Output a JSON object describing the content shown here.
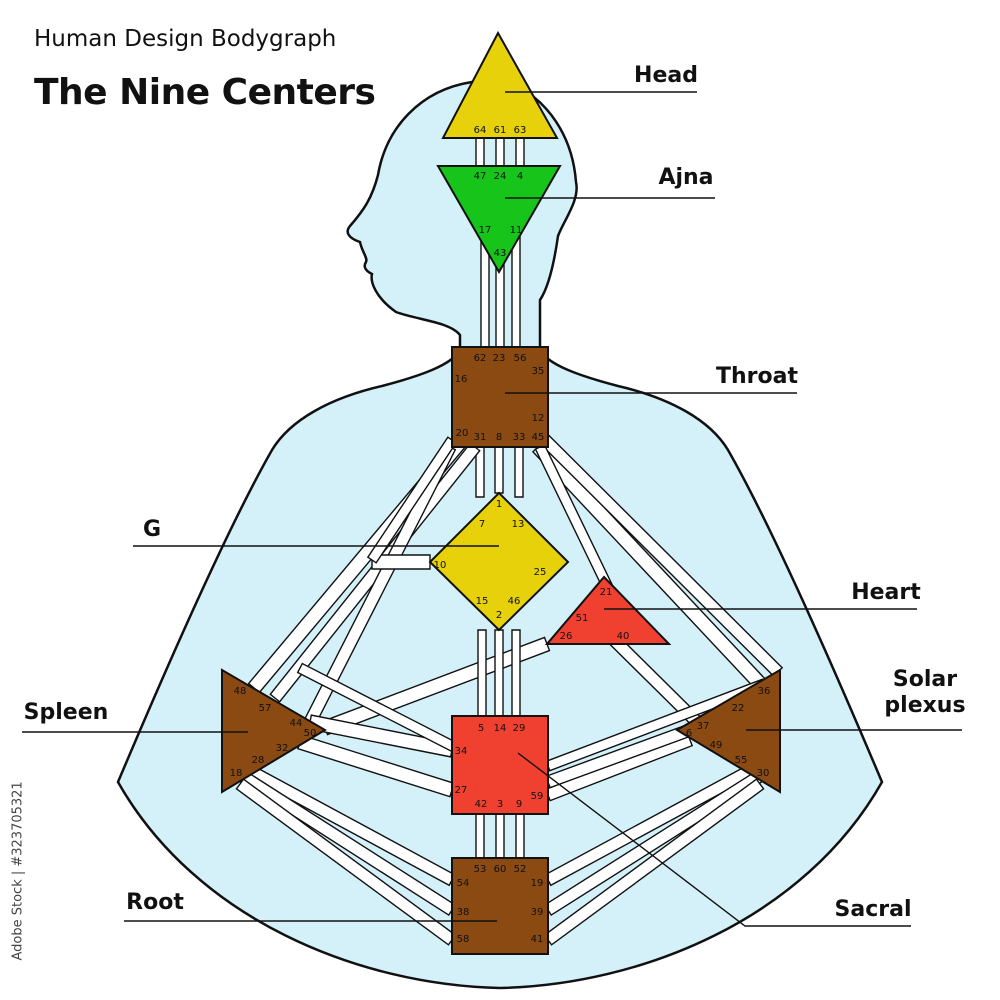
{
  "header": {
    "subtitle": "Human Design Bodygraph",
    "title": "The Nine Centers"
  },
  "side_caption": "Adobe Stock | #323705321",
  "colors": {
    "body_fill": "#d4f1fa",
    "outline": "#111111",
    "channel_fill": "#ffffff",
    "yellow": "#e6d10a",
    "green": "#17c419",
    "brown": "#8a4a12",
    "red": "#f04030"
  },
  "centers": [
    {
      "key": "head",
      "label": "Head",
      "color": "yellow",
      "gates": [
        "64",
        "61",
        "63"
      ]
    },
    {
      "key": "ajna",
      "label": "Ajna",
      "color": "green",
      "gates": [
        "47",
        "24",
        "4",
        "17",
        "11",
        "43"
      ]
    },
    {
      "key": "throat",
      "label": "Throat",
      "color": "brown",
      "gates": [
        "62",
        "23",
        "56",
        "35",
        "16",
        "12",
        "20",
        "31",
        "8",
        "33",
        "45"
      ]
    },
    {
      "key": "g",
      "label": "G",
      "color": "yellow",
      "gates": [
        "1",
        "7",
        "13",
        "10",
        "25",
        "15",
        "46",
        "2"
      ]
    },
    {
      "key": "heart",
      "label": "Heart",
      "color": "red",
      "gates": [
        "21",
        "51",
        "26",
        "40"
      ]
    },
    {
      "key": "spleen",
      "label": "Spleen",
      "color": "brown",
      "gates": [
        "48",
        "57",
        "44",
        "50",
        "32",
        "28",
        "18"
      ]
    },
    {
      "key": "solar",
      "label": "Solar\nplexus",
      "color": "brown",
      "gates": [
        "36",
        "22",
        "37",
        "6",
        "49",
        "55",
        "30"
      ]
    },
    {
      "key": "sacral",
      "label": "Sacral",
      "color": "red",
      "gates": [
        "5",
        "14",
        "29",
        "34",
        "27",
        "59",
        "42",
        "3",
        "9"
      ]
    },
    {
      "key": "root",
      "label": "Root",
      "color": "brown",
      "gates": [
        "53",
        "60",
        "52",
        "54",
        "19",
        "38",
        "39",
        "58",
        "41"
      ]
    }
  ]
}
